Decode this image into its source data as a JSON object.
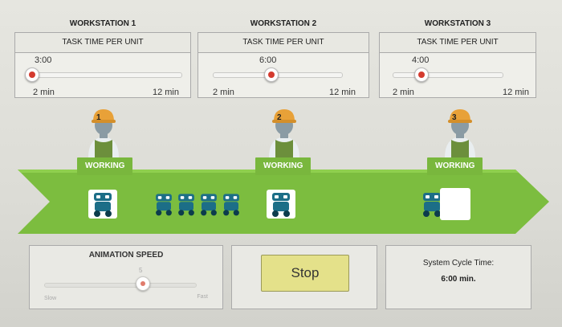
{
  "workstations": [
    {
      "title": "WORKSTATION 1",
      "header": "TASK TIME PER UNIT",
      "value": "3:00",
      "min_label": "2 min",
      "max_label": "12 min",
      "level": 0.1
    },
    {
      "title": "WORKSTATION 2",
      "header": "TASK TIME PER UNIT",
      "value": "6:00",
      "min_label": "2 min",
      "max_label": "12 min",
      "level": 0.4
    },
    {
      "title": "WORKSTATION 3",
      "header": "TASK TIME PER UNIT",
      "value": "4:00",
      "min_label": "2 min",
      "max_label": "12 min",
      "level": 0.2
    }
  ],
  "workers": [
    {
      "number": "1",
      "status": "WORKING",
      "icon": "worker-icon"
    },
    {
      "number": "2",
      "status": "WORKING",
      "icon": "worker-icon"
    },
    {
      "number": "3",
      "status": "WORKING",
      "icon": "worker-icon"
    }
  ],
  "animation": {
    "title": "ANIMATION SPEED",
    "mid_label": "5",
    "slow_label": "Slow",
    "fast_label": "Fast"
  },
  "controls": {
    "stop_label": "Stop"
  },
  "cycle": {
    "label": "System Cycle Time:",
    "value": "6:00 min."
  },
  "colors": {
    "belt": "#7cbd3f",
    "badge": "#79b73d",
    "robot_body": "#1c6e87",
    "robot_dark": "#0c3c4c",
    "helmet": "#e8a138",
    "knob_center": "#d43b2f",
    "stop_button": "#e4e18a"
  }
}
